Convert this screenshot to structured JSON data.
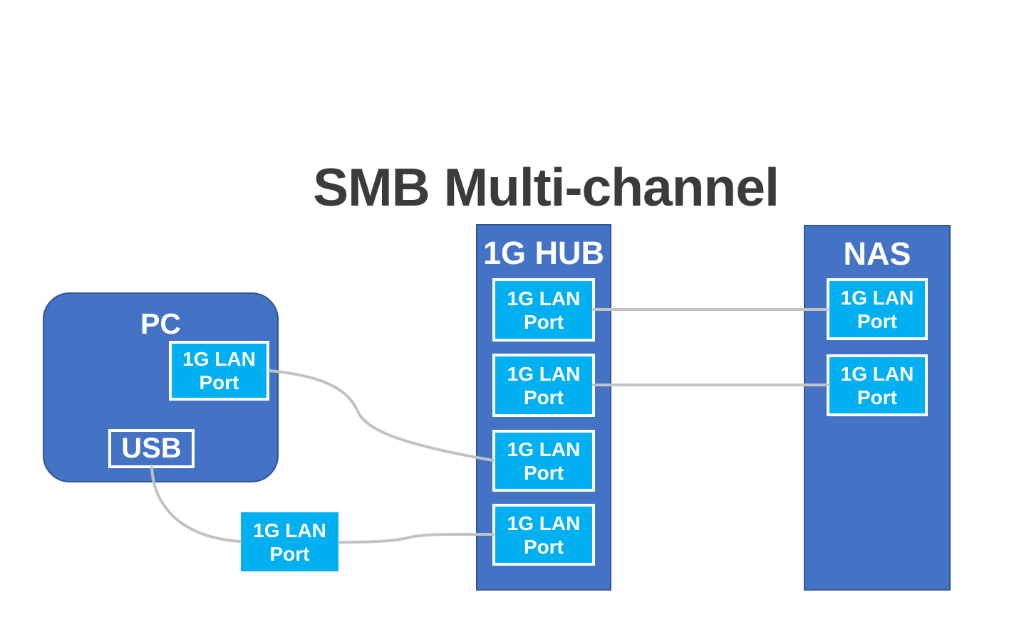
{
  "title": "SMB Multi-channel",
  "nodes": {
    "pc": {
      "label": "PC",
      "lan_port": {
        "label": "1G LAN Port"
      },
      "usb_port": {
        "label": "USB"
      }
    },
    "usb_adapter": {
      "label": "1G LAN Port"
    },
    "hub": {
      "label": "1G HUB",
      "ports": [
        {
          "label": "1G LAN Port"
        },
        {
          "label": "1G LAN Port"
        },
        {
          "label": "1G LAN Port"
        },
        {
          "label": "1G LAN Port"
        }
      ]
    },
    "nas": {
      "label": "NAS",
      "ports": [
        {
          "label": "1G LAN Port"
        },
        {
          "label": "1G LAN Port"
        }
      ]
    }
  },
  "connections": [
    {
      "from": "hub-port-1",
      "to": "nas-port-1",
      "style": "straight"
    },
    {
      "from": "hub-port-2",
      "to": "nas-port-2",
      "style": "straight"
    },
    {
      "from": "pc-lan-port",
      "to": "hub-port-3",
      "style": "curved"
    },
    {
      "from": "pc-usb-port",
      "to": "usb-lan-adapter",
      "style": "curved"
    },
    {
      "from": "usb-lan-adapter",
      "to": "hub-port-4",
      "style": "curved"
    }
  ],
  "colors": {
    "node_fill": "#4472C4",
    "node_border": "#2F5597",
    "port_fill": "#00B0F0",
    "port_border": "#FFFFFF",
    "connector": "#C2C2C2",
    "title_text": "#3B3B3B",
    "label_text": "#FFFFFF"
  }
}
